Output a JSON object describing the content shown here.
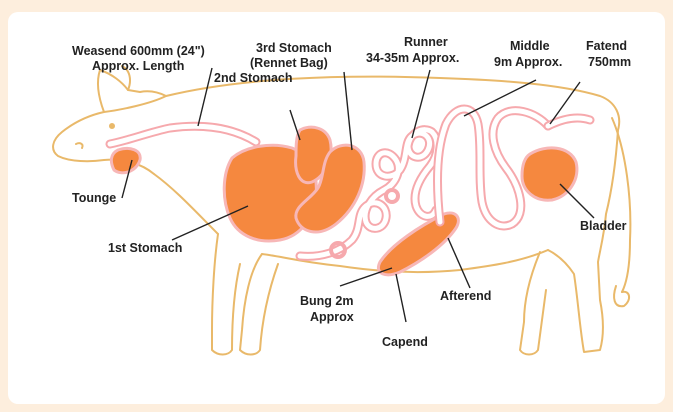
{
  "colors": {
    "page_background": "#fdeedd",
    "panel_background": "#ffffff",
    "body_outline": "#e9b96a",
    "organ_fill": "#f5883f",
    "intestine": "#f6a9ad"
  },
  "labels": {
    "weasend_line1": "Weasend 600mm (24\")",
    "weasend_line2": "Approx. Length",
    "stomach3_line1": "3rd Stomach",
    "stomach3_line2": "(Rennet Bag)",
    "runner_line1": "Runner",
    "runner_line2": "34-35m Approx.",
    "middle_line1": "Middle",
    "middle_line2": "9m Approx.",
    "fatend_line1": "Fatend",
    "fatend_line2": "750mm",
    "stomach2": "2nd Stomach",
    "tounge": "Tounge",
    "stomach1": "1st Stomach",
    "bladder": "Bladder",
    "bung_line1": "Bung 2m",
    "bung_line2": "Approx",
    "afterend": "Afterend",
    "capend": "Capend"
  }
}
